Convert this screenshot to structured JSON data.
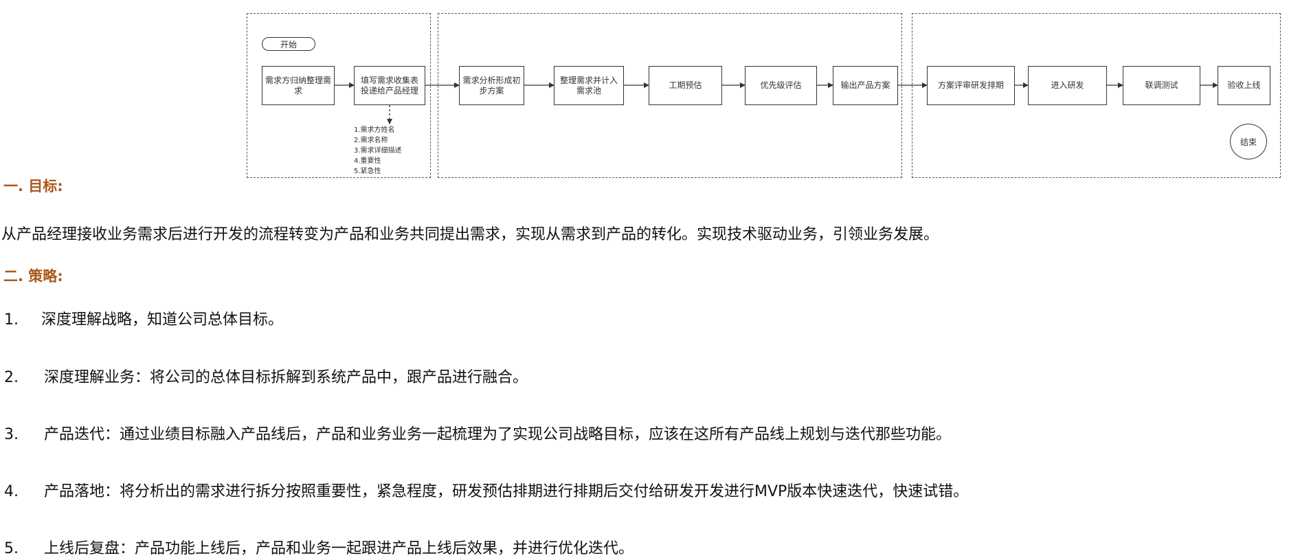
{
  "flowchart": {
    "start_label": "开始",
    "end_label": "结束",
    "nodes": [
      "需求方归纳整理需求",
      "填写需求收集表投递给产品经理",
      "需求分析形成初步方案",
      "整理需求并计入需求池",
      "工期预估",
      "优先级评估",
      "输出产品方案",
      "方案评审研发排期",
      "进入研发",
      "联调测试",
      "验收上线"
    ],
    "form_fields": [
      "1.需求方姓名",
      "2.需求名称",
      "3.需求详细描述",
      "4.重要性",
      "5.紧急性"
    ]
  },
  "section1": {
    "heading": "一. 目标:",
    "body": "从产品经理接收业务需求后进行开发的流程转变为产品和业务共同提出需求，实现从需求到产品的转化。实现技术驱动业务，引领业务发展。"
  },
  "section2": {
    "heading": "二. 策略:",
    "items": [
      {
        "num": "1.",
        "text": "深度理解战略，知道公司总体目标。"
      },
      {
        "num": "2.",
        "text": "深度理解业务：将公司的总体目标拆解到系统产品中，跟产品进行融合。"
      },
      {
        "num": "3.",
        "text": "产品迭代：通过业绩目标融入产品线后，产品和业务业务一起梳理为了实现公司战略目标，应该在这所有产品线上规划与迭代那些功能。"
      },
      {
        "num": "4.",
        "text": "产品落地：将分析出的需求进行拆分按照重要性，紧急程度，研发预估排期进行排期后交付给研发开发进行MVP版本快速迭代，快速试错。"
      },
      {
        "num": "5.",
        "text": "上线后复盘：产品功能上线后，产品和业务一起跟进产品上线后效果，并进行优化迭代。"
      }
    ]
  }
}
